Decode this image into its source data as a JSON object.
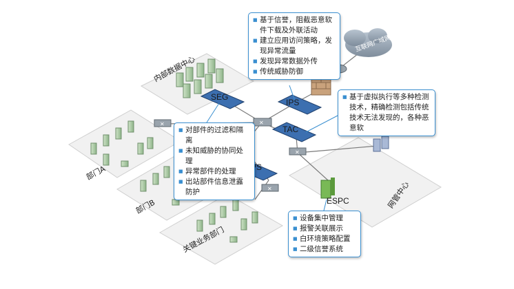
{
  "devices": {
    "seg": "SEG",
    "ips": "IPS",
    "tac": "TAC",
    "ps": "PS",
    "espc": "ESPC"
  },
  "zones": {
    "internal_dc": "内部数据中心",
    "dept_a": "部门A",
    "dept_b": "部门B",
    "key_dept": "关键业务部门",
    "network_mgmt": "网管中心",
    "internet": "互联网广域网"
  },
  "callouts": {
    "ips_box": [
      "基于信誉，阻截恶意软件下载及外联活动",
      "建立应用访问策略，发现异常流量",
      "发现异常数据外传",
      "传统威胁防御"
    ],
    "tac_box": [
      "基于虚拟执行等多种检测技术，精确检测包括传统技术无法发现的，各种恶意软"
    ],
    "seg_box": [
      "对部件的过滤和隔离",
      "未知威胁的协同处理",
      "异常部件的处理",
      "出站部件信息泄露防护"
    ],
    "espc_box": [
      "设备集中管理",
      "报警关联展示",
      "白环境策略配置",
      "二级信誉系统"
    ]
  },
  "colors": {
    "accent": "#3a8fd0",
    "zone_fill": "#f2f2f2",
    "link": "#7a7a7a",
    "device_blue": "#2f5f9e",
    "espc_green": "#6ab04c"
  }
}
